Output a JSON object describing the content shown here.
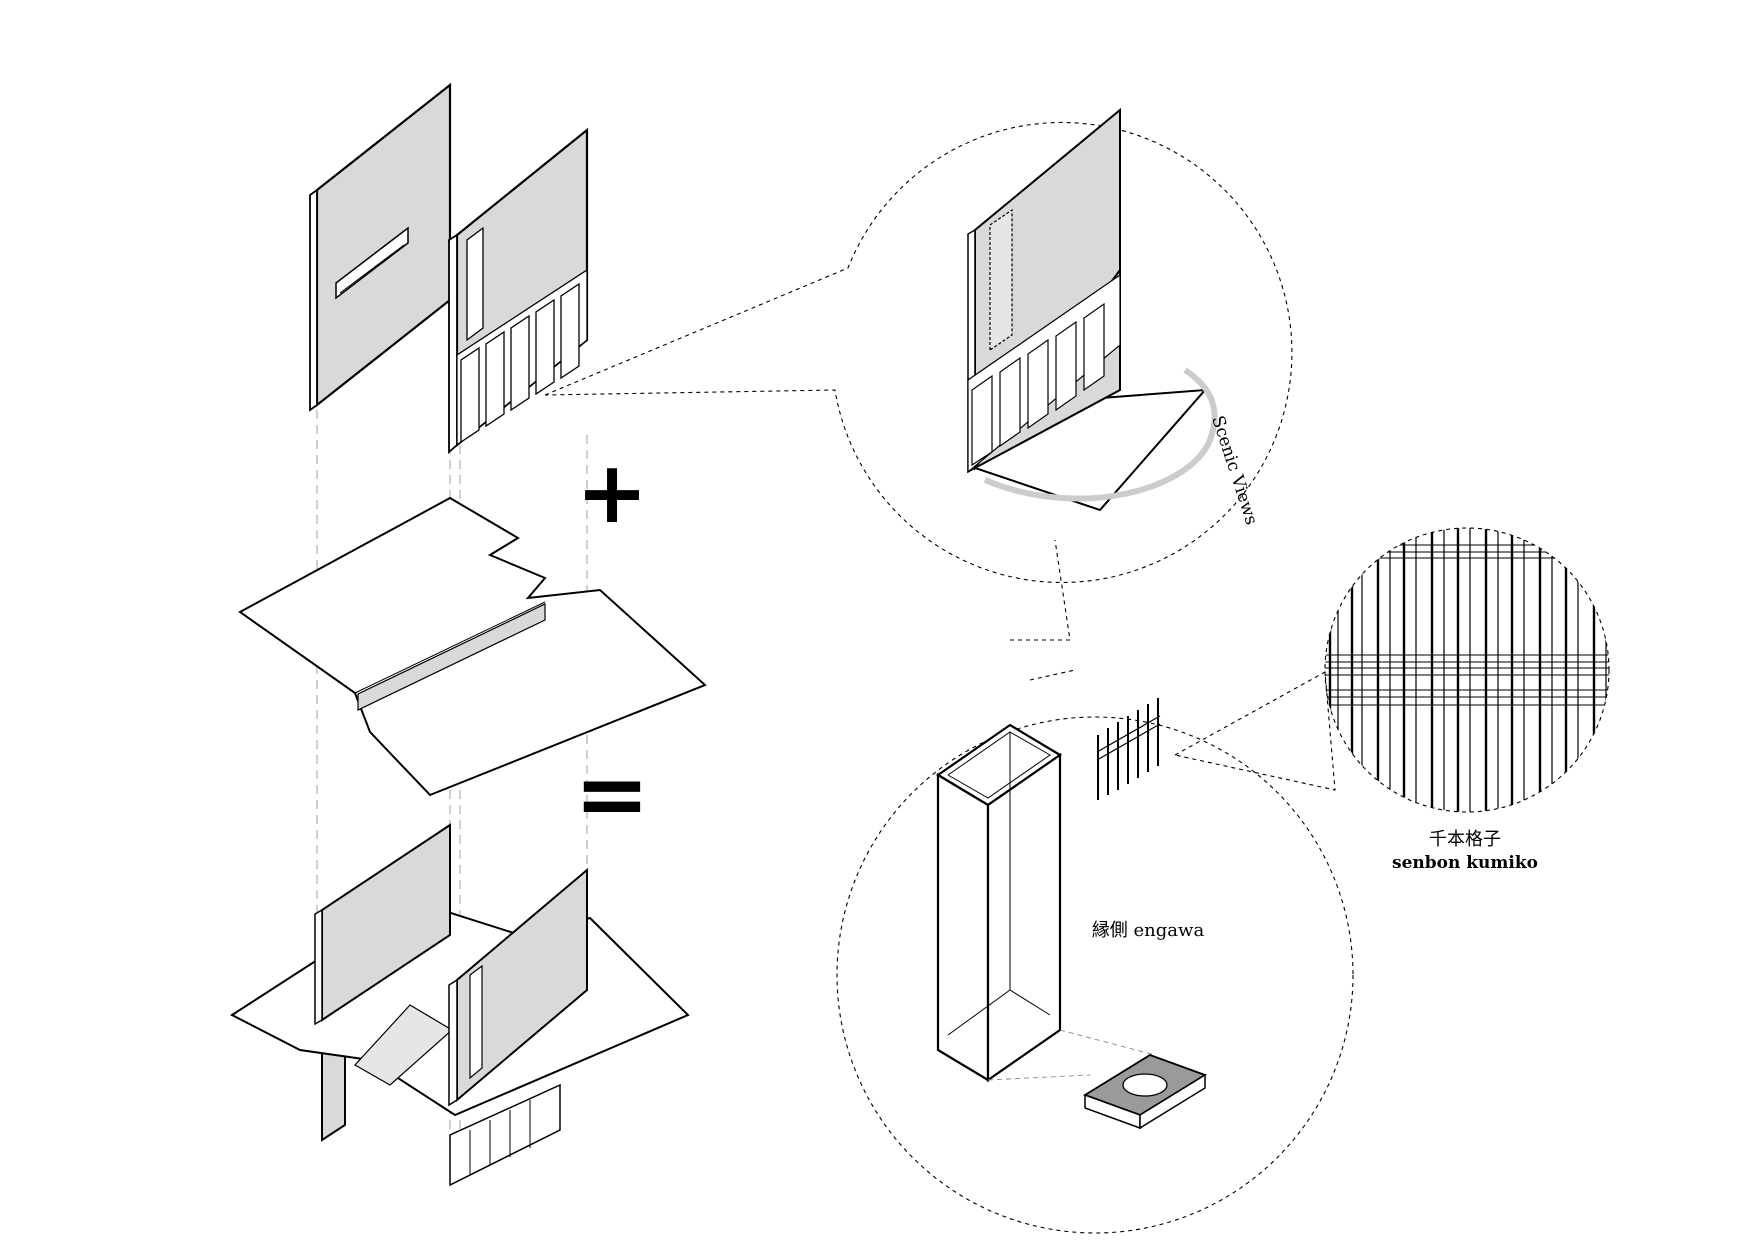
{
  "operators": {
    "plus": "+",
    "equals": "="
  },
  "labels": {
    "scenic_views": "Scenic Views",
    "engawa": "縁側 engawa",
    "kumiko_jp": "千本格子",
    "kumiko_en": "senbon kumiko"
  },
  "colors": {
    "wall": "#d9d9d9",
    "line": "#000000",
    "guide": "#b0b0b0",
    "arc": "#cccccc"
  }
}
